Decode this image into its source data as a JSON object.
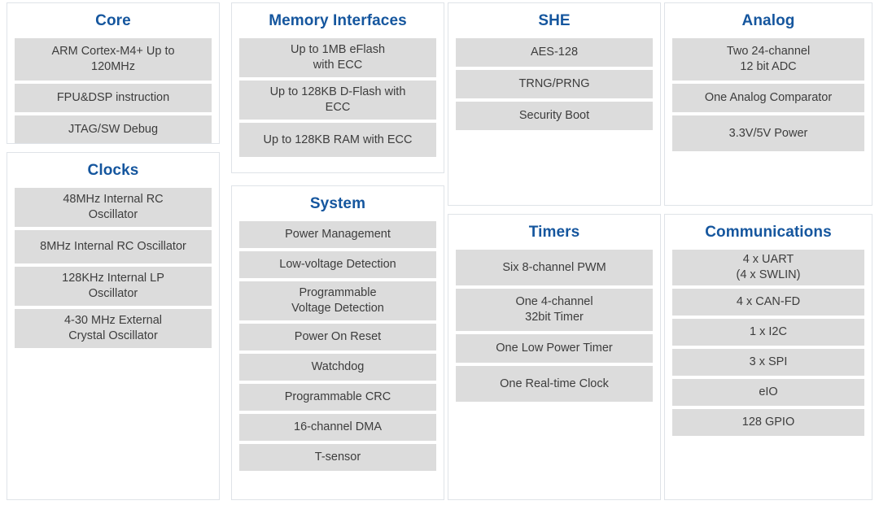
{
  "theme": {
    "title_color": "#15569e",
    "row_bg": "#dcdcdc",
    "row_text": "#3d3d3d",
    "panel_border": "#dfe3e8",
    "page_bg": "#ffffff"
  },
  "panels": [
    {
      "id": "core",
      "title": "Core",
      "rows": [
        "ARM Cortex-M4+ Up to\n120MHz",
        "FPU&DSP instruction",
        "JTAG/SW Debug"
      ]
    },
    {
      "id": "clocks",
      "title": "Clocks",
      "rows": [
        "48MHz Internal RC\nOscillator",
        "8MHz Internal RC Oscillator",
        "128KHz Internal LP\nOscillator",
        "4-30 MHz External\nCrystal Oscillator"
      ]
    },
    {
      "id": "memory",
      "title": "Memory Interfaces",
      "rows": [
        "Up to 1MB eFlash\nwith ECC",
        "Up to 128KB D-Flash with\nECC",
        "Up to 128KB RAM with ECC"
      ]
    },
    {
      "id": "system",
      "title": "System",
      "rows": [
        "Power Management",
        "Low-voltage Detection",
        "Programmable\nVoltage Detection",
        "Power On Reset",
        "Watchdog",
        "Programmable CRC",
        "16-channel DMA",
        "T-sensor"
      ]
    },
    {
      "id": "she",
      "title": "SHE",
      "rows": [
        "AES-128",
        "TRNG/PRNG",
        "Security Boot"
      ]
    },
    {
      "id": "timers",
      "title": "Timers",
      "rows": [
        "Six 8-channel PWM",
        "One 4-channel\n32bit Timer",
        "One Low Power Timer",
        "One Real-time Clock"
      ]
    },
    {
      "id": "analog",
      "title": "Analog",
      "rows": [
        "Two 24-channel\n12 bit ADC",
        "One Analog Comparator",
        "3.3V/5V Power"
      ]
    },
    {
      "id": "communications",
      "title": "Communications",
      "rows": [
        "4 x UART\n(4 x SWLIN)",
        "4 x CAN-FD",
        "1 x I2C",
        "3 x SPI",
        "eIO",
        "128 GPIO"
      ]
    }
  ]
}
